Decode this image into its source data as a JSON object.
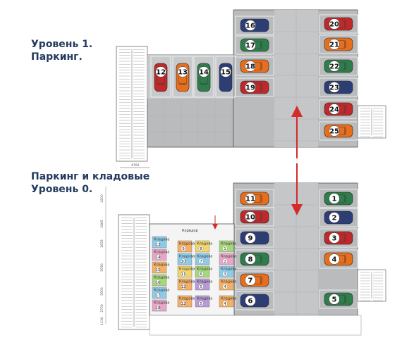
{
  "level1": {
    "title_line1": "Уровень 1.",
    "title_line2": "Паркинг."
  },
  "level0": {
    "title_line1": "Паркинг и кладовые",
    "title_line2": "Уровень 0."
  },
  "colors": {
    "red": "#c0282a",
    "orange": "#e86e1c",
    "green": "#2e7d4a",
    "blue": "#2c3e7a",
    "floor": "#b9bbbd",
    "floor_light": "#c7c9cb",
    "arrow": "#d32b2b",
    "cell_blue": "#8ecbe8",
    "cell_yellow": "#f2d56b",
    "cell_green": "#a8d67c",
    "cell_pink": "#e9a6c8",
    "cell_orange": "#f4b066",
    "cell_purple": "#b79ad6"
  },
  "level1_cars": [
    {
      "n": "12",
      "color": "red"
    },
    {
      "n": "13",
      "color": "orange"
    },
    {
      "n": "14",
      "color": "green"
    },
    {
      "n": "15",
      "color": "blue"
    },
    {
      "n": "16",
      "color": "blue"
    },
    {
      "n": "17",
      "color": "green"
    },
    {
      "n": "18",
      "color": "orange"
    },
    {
      "n": "19",
      "color": "red"
    },
    {
      "n": "20",
      "color": "red"
    },
    {
      "n": "21",
      "color": "orange"
    },
    {
      "n": "22",
      "color": "green"
    },
    {
      "n": "23",
      "color": "blue"
    },
    {
      "n": "24",
      "color": "red"
    },
    {
      "n": "25",
      "color": "orange"
    }
  ],
  "level0_cars": [
    {
      "n": "11",
      "color": "orange"
    },
    {
      "n": "10",
      "color": "red"
    },
    {
      "n": "9",
      "color": "blue"
    },
    {
      "n": "8",
      "color": "green"
    },
    {
      "n": "7",
      "color": "orange"
    },
    {
      "n": "6",
      "color": "blue"
    },
    {
      "n": "1",
      "color": "green"
    },
    {
      "n": "2",
      "color": "blue"
    },
    {
      "n": "3",
      "color": "red"
    },
    {
      "n": "4",
      "color": "orange"
    },
    {
      "n": "5",
      "color": "green"
    }
  ],
  "storage": {
    "label": "Кладова",
    "corridor_label": "Коридор",
    "cells": [
      {
        "n": "13",
        "color": "cell_blue"
      },
      {
        "n": "14",
        "color": "cell_pink"
      },
      {
        "n": "15",
        "color": "cell_orange"
      },
      {
        "n": "16",
        "color": "cell_green"
      },
      {
        "n": "17",
        "color": "cell_blue"
      },
      {
        "n": "18",
        "color": "cell_pink"
      },
      {
        "n": "9",
        "color": "cell_orange"
      },
      {
        "n": "10",
        "color": "cell_blue"
      },
      {
        "n": "11",
        "color": "cell_yellow"
      },
      {
        "n": "12",
        "color": "cell_orange"
      },
      {
        "n": "8",
        "color": "cell_yellow"
      },
      {
        "n": "7",
        "color": "cell_blue"
      },
      {
        "n": "6",
        "color": "cell_green"
      },
      {
        "n": "5",
        "color": "cell_purple"
      },
      {
        "n": "1",
        "color": "cell_green"
      },
      {
        "n": "2",
        "color": "cell_pink"
      },
      {
        "n": "3",
        "color": "cell_blue"
      },
      {
        "n": "4",
        "color": "cell_orange"
      }
    ]
  },
  "dimensions": {
    "top": "4700",
    "side": [
      "4200",
      "1665",
      "2633",
      "5930",
      "5900",
      "2700",
      "1130"
    ]
  }
}
